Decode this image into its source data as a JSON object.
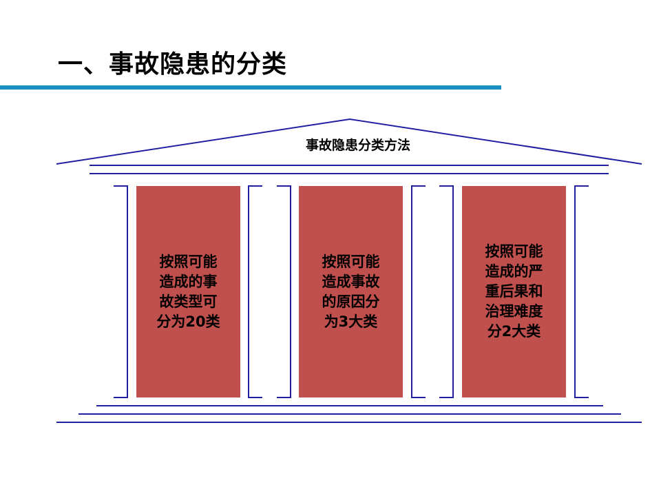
{
  "title": "一、事故隐患的分类",
  "roof": {
    "label": "事故隐患分类方法"
  },
  "pillars": [
    {
      "text": "按照可能造成的事故类型可分为20类"
    },
    {
      "text": "按照可能造成事故的原因分为3大类"
    },
    {
      "text": "按照可能造成的严重后果和治理难度分2大类"
    }
  ],
  "colors": {
    "accent_rule": "#1b8fc4",
    "pillar_fill": "#c0504d",
    "frame_lines": "#1f1fa0"
  }
}
